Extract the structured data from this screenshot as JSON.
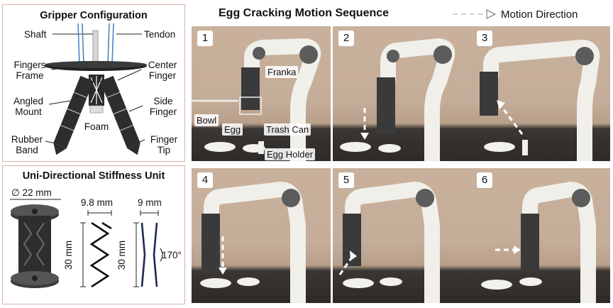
{
  "gripper": {
    "title": "Gripper Configuration",
    "labels": {
      "shaft": "Shaft",
      "tendon": "Tendon",
      "fingers_frame_1": "Fingers",
      "fingers_frame_2": "Frame",
      "center_finger_1": "Center",
      "center_finger_2": "Finger",
      "angled_mount_1": "Angled",
      "angled_mount_2": "Mount",
      "side_finger_1": "Side",
      "side_finger_2": "Finger",
      "foam": "Foam",
      "rubber_band_1": "Rubber",
      "rubber_band_2": "Band",
      "finger_tip_1": "Finger",
      "finger_tip_2": "Tip"
    }
  },
  "unit": {
    "title": "Uni-Directional Stiffness Unit",
    "diameter": "∅ 22 mm",
    "width_zigzag": "9.8 mm",
    "width_straight": "9 mm",
    "height_zigzag": "30 mm",
    "height_straight": "30 mm",
    "angle": "170°"
  },
  "sequence": {
    "title": "Egg Cracking Motion Sequence",
    "legend": "Motion Direction",
    "frames": [
      "1",
      "2",
      "3",
      "4",
      "5",
      "6"
    ],
    "tags": {
      "franka": "Franka",
      "bowl": "Bowl",
      "egg": "Egg",
      "trash_can": "Trash Can",
      "egg_holder": "Egg Holder"
    }
  },
  "colors": {
    "panel_border": "#d9b4a5",
    "arm_white": "#f1efea",
    "arm_joint": "#5c5c5c",
    "wall": "#c5ae99",
    "table": "#2f2c2a",
    "arrow": "#ffffff"
  }
}
